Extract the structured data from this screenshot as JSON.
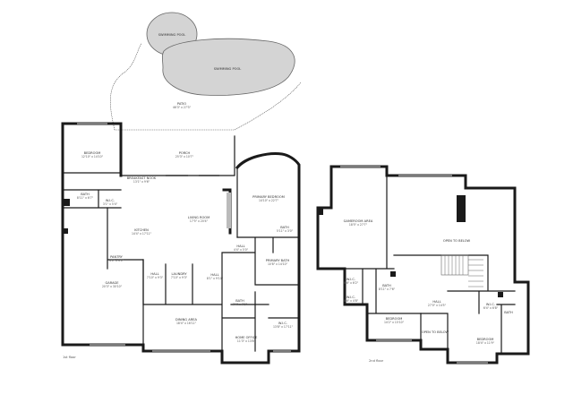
{
  "floors": [
    {
      "name": "1st floor"
    },
    {
      "name": "2nd floor"
    }
  ],
  "rooms": [
    {
      "id": "swimming-pool-small",
      "name": "SWIMMING POOL",
      "dims": ""
    },
    {
      "id": "swimming-pool-large",
      "name": "SWIMMING POOL",
      "dims": ""
    },
    {
      "id": "patio",
      "name": "PATIO",
      "dims": "46'3\" x 27'3\""
    },
    {
      "id": "porch",
      "name": "PORCH",
      "dims": "25'3\" x 10'7\""
    },
    {
      "id": "bedroom-1",
      "name": "BEDROOM",
      "dims": "12'10\" x 14'10\""
    },
    {
      "id": "bath-1",
      "name": "BATH",
      "dims": "8'11\" x 6'7\""
    },
    {
      "id": "walk-in-closet-1",
      "name": "W.I.C.",
      "dims": "3'1\" x 5'4\""
    },
    {
      "id": "breakfast-nook",
      "name": "BREAKFAST NOOK",
      "dims": "13'1\" x 9'6\""
    },
    {
      "id": "living-room",
      "name": "LIVING ROOM",
      "dims": "17'5\" x 20'4\""
    },
    {
      "id": "kitchen",
      "name": "KITCHEN",
      "dims": "14'4\" x 17'11\""
    },
    {
      "id": "primary-bedroom",
      "name": "PRIMARY BEDROOM",
      "dims": "14'10\" x 22'7\""
    },
    {
      "id": "bath-2",
      "name": "BATH",
      "dims": "5'11\" x 3'0\""
    },
    {
      "id": "hall-1",
      "name": "HALL",
      "dims": "4'4\" x 5'0\""
    },
    {
      "id": "primary-bath",
      "name": "PRIMARY BATH",
      "dims": "10'8\" x 14'10\""
    },
    {
      "id": "pantry",
      "name": "PANTRY",
      "dims": "4'0\" x 3'0\""
    },
    {
      "id": "hall-2",
      "name": "HALL",
      "dims": "7'10\" x 9'3\""
    },
    {
      "id": "laundry",
      "name": "LAUNDRY",
      "dims": "7'10\" x 9'3\""
    },
    {
      "id": "hall-3",
      "name": "HALL",
      "dims": "8'1\" x 9'10\""
    },
    {
      "id": "garage",
      "name": "GARAGE",
      "dims": "20'3\" x 30'10\""
    },
    {
      "id": "bath-3",
      "name": "BATH",
      "dims": "7'4\" x 7'9\""
    },
    {
      "id": "dining-area",
      "name": "DINING AREA",
      "dims": "18'4\" x 16'11\""
    },
    {
      "id": "walk-in-closet-2",
      "name": "W.I.C.",
      "dims": "13'8\" x 17'11\""
    },
    {
      "id": "home-office",
      "name": "HOME OFFICE",
      "dims": "11'3\" x 13'8\""
    },
    {
      "id": "gameroom-area",
      "name": "GAMEROOM AREA",
      "dims": "18'5\" x 27'7\""
    },
    {
      "id": "open-to-below-1",
      "name": "OPEN TO BELOW",
      "dims": ""
    },
    {
      "id": "walk-in-closet-3",
      "name": "W.I.C.",
      "dims": "6'6\" x 6'2\""
    },
    {
      "id": "walk-in-closet-4",
      "name": "W.I.C.",
      "dims": "6'6\" x 4'8\""
    },
    {
      "id": "bath-4",
      "name": "BATH",
      "dims": "8'11\" x 7'6\""
    },
    {
      "id": "hall-4",
      "name": "HALL",
      "dims": "27'0\" x 14'5\""
    },
    {
      "id": "walk-in-closet-5",
      "name": "W.I.C.",
      "dims": "6'4\" x 6'8\""
    },
    {
      "id": "bath-5",
      "name": "BATH",
      "dims": ""
    },
    {
      "id": "bedroom-2",
      "name": "BEDROOM",
      "dims": "14'2\" x 15'10\""
    },
    {
      "id": "open-to-below-2",
      "name": "OPEN TO BELOW",
      "dims": ""
    },
    {
      "id": "bedroom-3",
      "name": "BEDROOM",
      "dims": "18'4\" x 11'9\""
    }
  ]
}
